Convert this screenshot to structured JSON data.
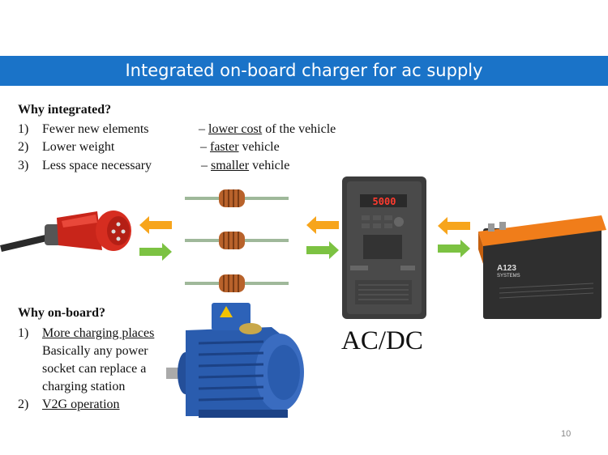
{
  "slide": {
    "title": "Integrated on-board charger for ac supply",
    "page_number": "10"
  },
  "integrated": {
    "heading": "Why integrated?",
    "items": [
      {
        "num": "1)",
        "text": "Fewer new elements",
        "dash": "–",
        "link": "lower cost",
        "rest": "of the vehicle"
      },
      {
        "num": "2)",
        "text": "Lower weight",
        "dash": "–",
        "link": "faster",
        "rest": "vehicle"
      },
      {
        "num": "3)",
        "text": "Less space necessary",
        "dash": "–",
        "link": "smaller",
        "rest": "vehicle"
      }
    ]
  },
  "onboard": {
    "heading": "Why on-board?",
    "item1_num": "1)",
    "item1_title": "More charging places",
    "item1_lines": [
      "Basically any power",
      "socket can replace a",
      "charging station"
    ],
    "item2_num": "2)",
    "item2_title": "V2G operation"
  },
  "diagram": {
    "converter_label": "AC/DC",
    "inverter_display": "5000",
    "battery_brand": "A123",
    "battery_brand_sub": "SYSTEMS",
    "colors": {
      "orange_arrow": "#f7a51c",
      "green_arrow": "#7cc242",
      "plug_red": "#d62d20",
      "motor_blue": "#2a5cae",
      "battery_orange": "#f07d1a"
    }
  }
}
